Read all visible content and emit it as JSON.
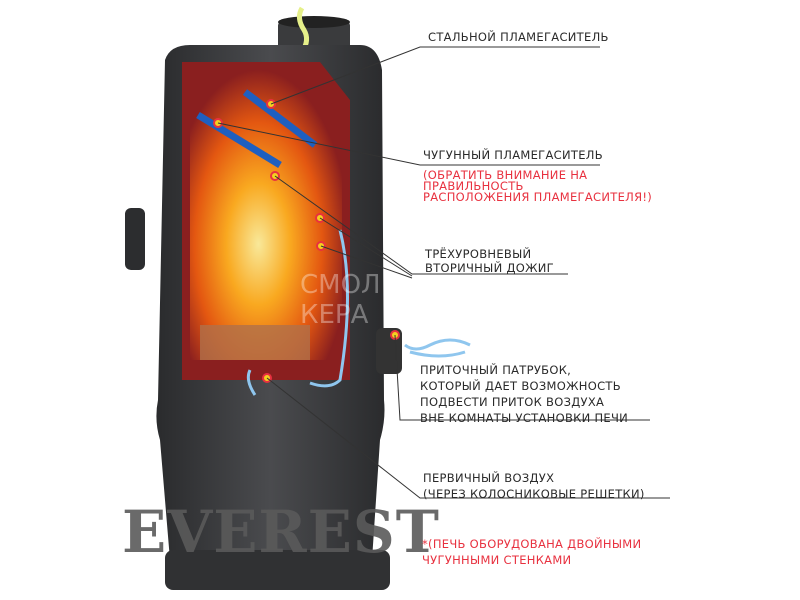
{
  "labels": {
    "steel_baffle": "СТАЛЬНОЙ ПЛАМЕГАСИТЕЛЬ",
    "cast_baffle": "ЧУГУННЫЙ ПЛАМЕГАСИТЕЛЬ",
    "cast_baffle_note": [
      "(ОБРАТИТЬ ВНИМАНИЕ НА",
      "ПРАВИЛЬНОСТЬ",
      "РАСПОЛОЖЕНИЯ ПЛАМЕГАСИТЕЛЯ!)"
    ],
    "secondary": [
      "ТРЁХУРОВНЕВЫЙ",
      "ВТОРИЧНЫЙ ДОЖИГ"
    ],
    "inlet": [
      "ПРИТОЧНЫЙ ПАТРУБОК,",
      "КОТОРЫЙ ДАЕТ ВОЗМОЖНОСТЬ",
      "ПОДВЕСТИ ПРИТОК ВОЗДУХА",
      "ВНЕ КОМНАТЫ УСТАНОВКИ ПЕЧИ"
    ],
    "primary": [
      "ПЕРВИЧНЫЙ ВОЗДУХ",
      "(ЧЕРЕЗ КОЛОСНИКОВЫЕ РЕШЕТКИ)"
    ],
    "footnote": [
      "*(ПЕЧЬ ОБОРУДОВАНА ДВОЙНЫМИ",
      "ЧУГУННЫМИ СТЕНКАМИ"
    ]
  },
  "logo": "EVEREST",
  "watermark": [
    "СМОЛ",
    "КЕРА"
  ],
  "colors": {
    "accent_red": "#e8313f",
    "stove": "#3a3b3d",
    "firebox": "#8a1f1f",
    "air": "#8fc6ee"
  }
}
